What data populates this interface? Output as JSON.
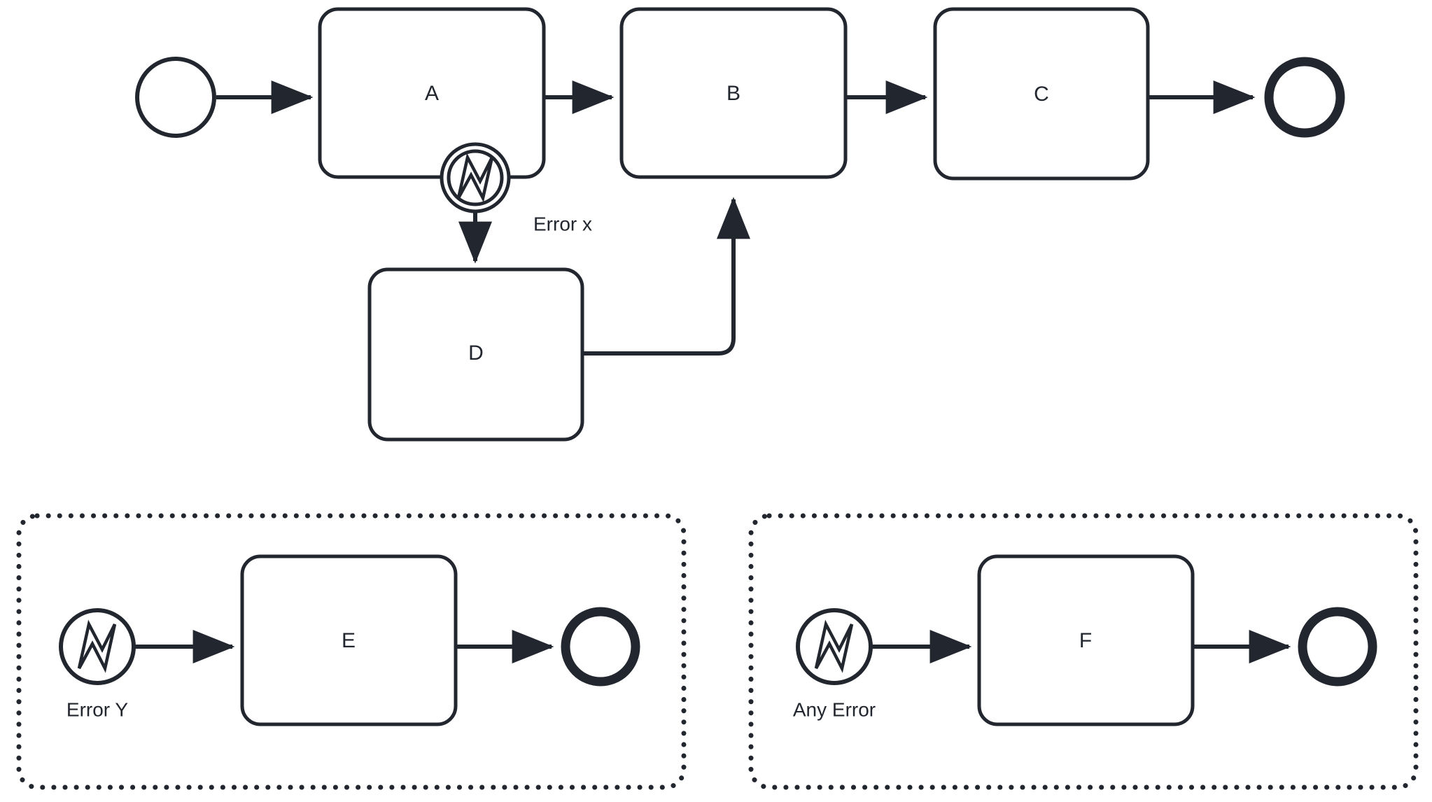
{
  "diagram": {
    "type": "bpmn-process-diagram",
    "background_color": "#ffffff",
    "stroke_color": "#22262e",
    "main_process": {
      "start_event": {
        "name": "start-event",
        "label": ""
      },
      "tasks": [
        {
          "id": "A",
          "label": "A"
        },
        {
          "id": "B",
          "label": "B"
        },
        {
          "id": "C",
          "label": "C"
        },
        {
          "id": "D",
          "label": "D"
        }
      ],
      "boundary_event": {
        "attached_to": "A",
        "event_type": "error",
        "interrupting": true,
        "label": "Error x"
      },
      "end_event": {
        "name": "end-event",
        "label": ""
      },
      "flows": [
        {
          "from": "start",
          "to": "A"
        },
        {
          "from": "A",
          "to": "B"
        },
        {
          "from": "B",
          "to": "C"
        },
        {
          "from": "C",
          "to": "end"
        },
        {
          "from": "boundary-error-x",
          "to": "D"
        },
        {
          "from": "D",
          "to": "B"
        }
      ]
    },
    "subprocesses": [
      {
        "id": "sub-error-y",
        "start_event": {
          "event_type": "error",
          "label": "Error Y"
        },
        "task": {
          "id": "E",
          "label": "E"
        },
        "end_event": {
          "label": ""
        }
      },
      {
        "id": "sub-any-error",
        "start_event": {
          "event_type": "error",
          "label": "Any Error"
        },
        "task": {
          "id": "F",
          "label": "F"
        },
        "end_event": {
          "label": ""
        }
      }
    ]
  }
}
